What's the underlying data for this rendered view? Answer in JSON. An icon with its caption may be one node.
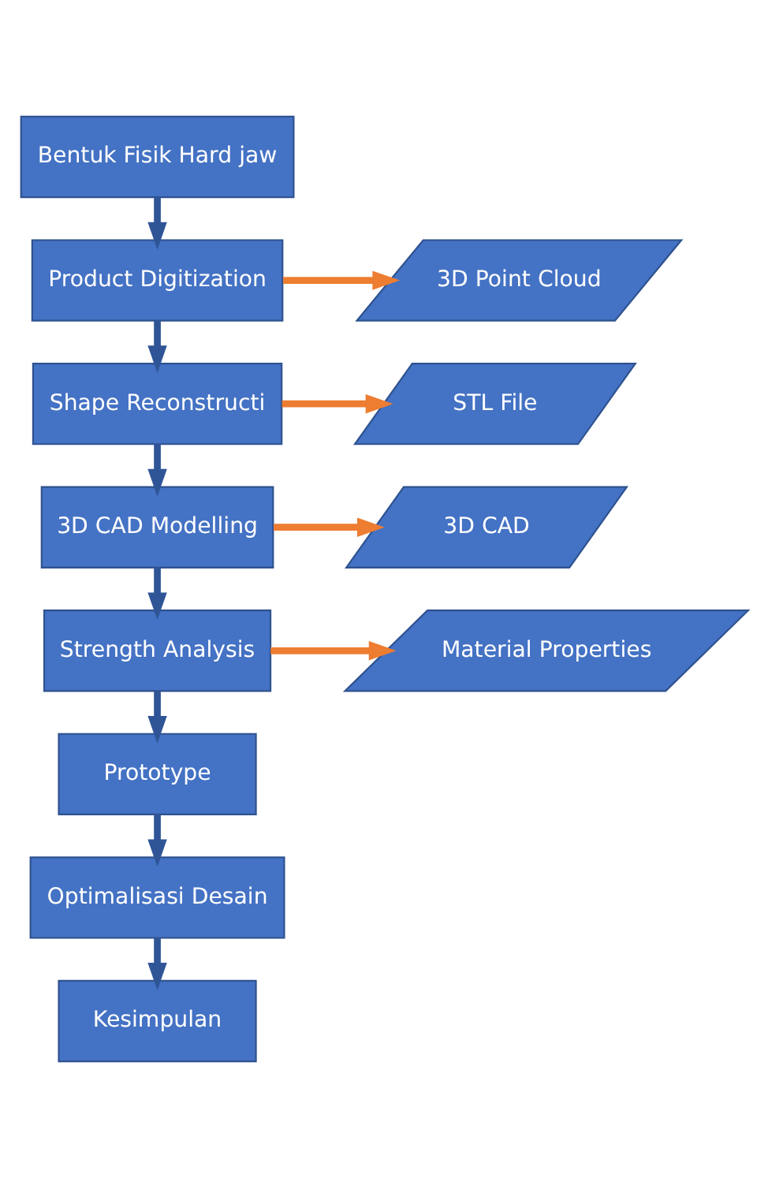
{
  "diagram": {
    "nodes": [
      {
        "text": [
          "Bentuk Fisik Hard jaw"
        ]
      },
      {
        "text": [
          "Product Digitization"
        ]
      },
      {
        "text": [
          "3D Point Cloud"
        ]
      },
      {
        "text": [
          "Shape Reconstructi"
        ]
      },
      {
        "text": [
          "STL File"
        ]
      },
      {
        "text": [
          "3D CAD Modelling"
        ]
      },
      {
        "text": [
          "3D CAD"
        ]
      },
      {
        "text": [
          "Strength Analysis"
        ]
      },
      {
        "text": [
          "Material Properties"
        ]
      },
      {
        "text": [
          "Prototype"
        ]
      },
      {
        "text": [
          "Optimalisasi Desain"
        ]
      },
      {
        "text": [
          "Kesimpulan"
        ]
      }
    ],
    "edges": [
      {
        "from": 0,
        "to": 1,
        "arrow": "to"
      },
      {
        "from": 1,
        "to": 2,
        "arrow": "to",
        "color": "#ed7d31"
      },
      {
        "from": 1,
        "to": 3,
        "arrow": "to"
      },
      {
        "from": 3,
        "to": 4,
        "arrow": "to",
        "color": "#ed7d31"
      },
      {
        "from": 3,
        "to": 5,
        "arrow": "to"
      },
      {
        "from": 5,
        "to": 6,
        "arrow": "to",
        "color": "#ed7d31"
      },
      {
        "from": 5,
        "to": 7,
        "arrow": "to"
      },
      {
        "from": 7,
        "to": 8,
        "arrow": "to",
        "color": "#ed7d31"
      },
      {
        "from": 7,
        "to": 9,
        "arrow": "to"
      },
      {
        "from": 9,
        "to": 10,
        "arrow": "to"
      },
      {
        "from": 10,
        "to": 11,
        "arrow": "to"
      }
    ]
  }
}
